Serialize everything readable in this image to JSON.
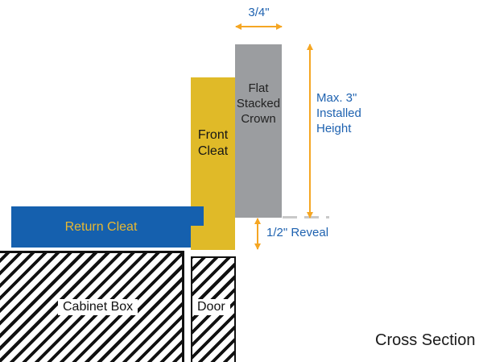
{
  "diagram": {
    "caption": "Cross Section",
    "parts": {
      "crown": {
        "label": "Flat\nStacked\nCrown"
      },
      "front_cleat": {
        "label": "Front\nCleat"
      },
      "return_cleat": {
        "label": "Return Cleat"
      },
      "cabinet_box": {
        "label": "Cabinet Box"
      },
      "door": {
        "label": "Door"
      }
    },
    "dimensions": {
      "crown_width": "3/4\"",
      "installed_height": "Max. 3\"\nInstalled\nHeight",
      "reveal": "1/2\" Reveal"
    },
    "colors": {
      "crown": "#9B9DA0",
      "front_cleat": "#E0BA28",
      "return_cleat": "#1560AE",
      "return_cleat_label": "#E8B832",
      "arrow": "#F5A623",
      "dimension_text": "#1E62B0",
      "hatch_ink": "#111111",
      "dashed_line": "#C9C9C9"
    }
  }
}
